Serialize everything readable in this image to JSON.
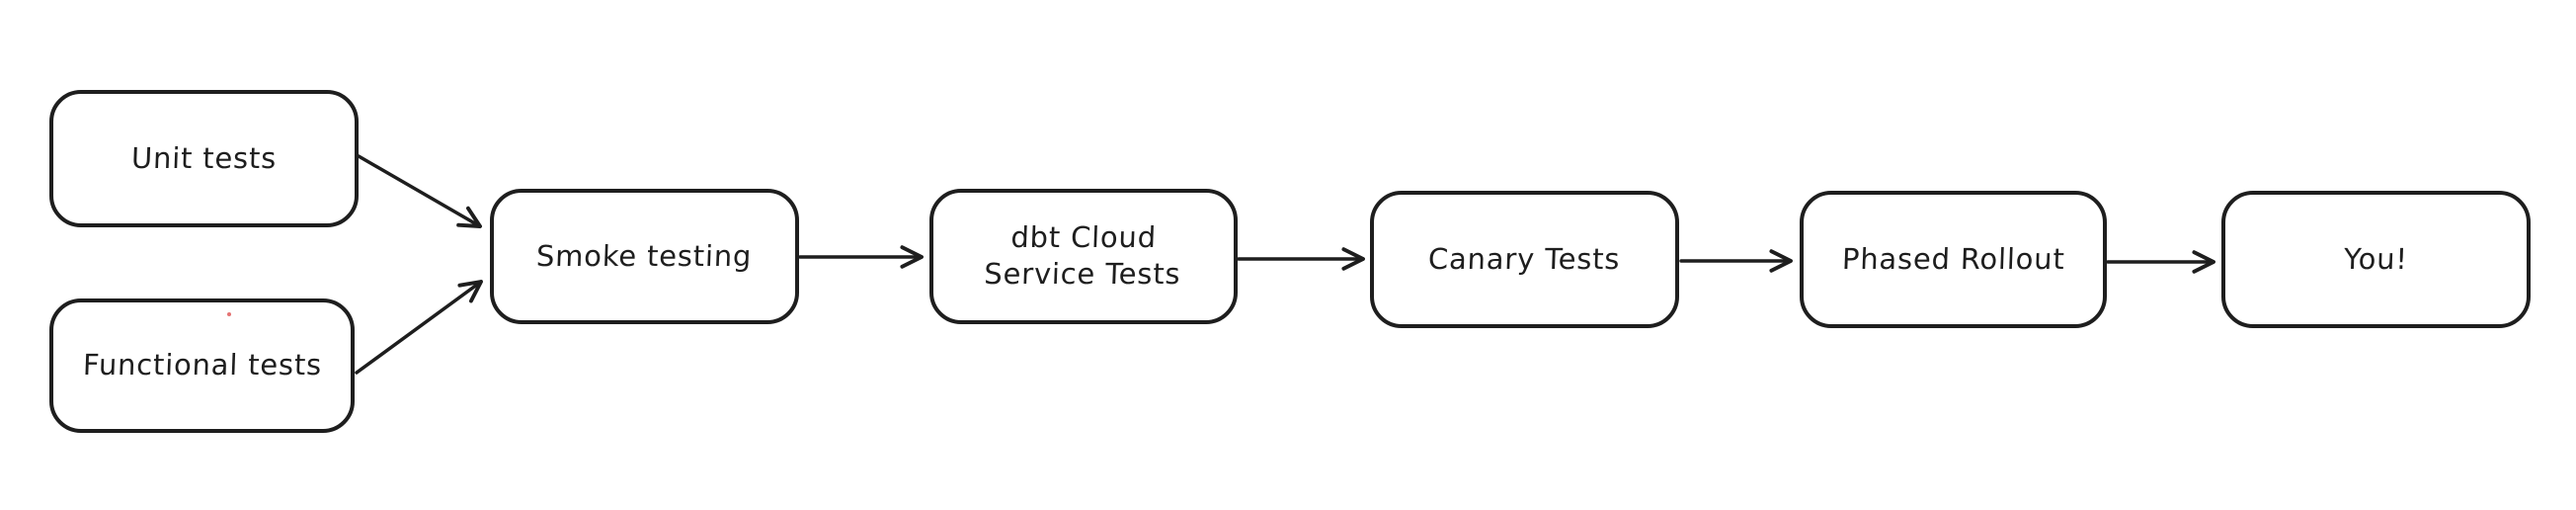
{
  "diagram": {
    "type": "flowchart",
    "style": "hand-drawn-whiteboard",
    "colors": {
      "background": "#ffffff",
      "stroke": "#1e1e1e",
      "node_fill": "#ffffff",
      "text": "#1e1e1e",
      "stray_dot": "#e57373"
    },
    "nodes": [
      {
        "id": "unit-tests",
        "label": "Unit tests"
      },
      {
        "id": "functional-tests",
        "label": "Functional tests"
      },
      {
        "id": "smoke-testing",
        "label": "Smoke testing"
      },
      {
        "id": "dbt-cloud-service-tests",
        "label": "dbt Cloud\nService Tests"
      },
      {
        "id": "canary-tests",
        "label": "Canary Tests"
      },
      {
        "id": "phased-rollout",
        "label": "Phased Rollout"
      },
      {
        "id": "you",
        "label": "You!"
      }
    ],
    "edges": [
      {
        "from": "unit-tests",
        "to": "smoke-testing"
      },
      {
        "from": "functional-tests",
        "to": "smoke-testing"
      },
      {
        "from": "smoke-testing",
        "to": "dbt-cloud-service-tests"
      },
      {
        "from": "dbt-cloud-service-tests",
        "to": "canary-tests"
      },
      {
        "from": "canary-tests",
        "to": "phased-rollout"
      },
      {
        "from": "phased-rollout",
        "to": "you"
      }
    ]
  }
}
